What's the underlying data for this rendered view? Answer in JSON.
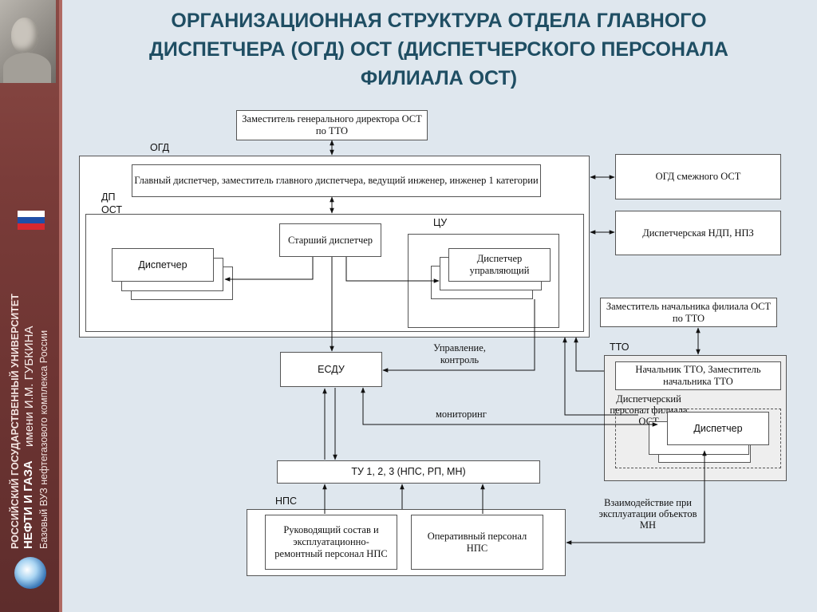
{
  "title": "ОРГАНИЗАЦИОННАЯ СТРУКТУРА ОТДЕЛА ГЛАВНОГО ДИСПЕТЧЕРА (ОГД) ОСТ (ДИСПЕТЧЕРСКОГО ПЕРСОНАЛА ФИЛИАЛА ОСТ)",
  "sidebar": {
    "university": "РОССИЙСКИЙ ГОСУДАРСТВЕННЫЙ УНИВЕРСИТЕТ",
    "oil_gas": "НЕФТИ И ГАЗА",
    "name": "имени И.М. ГУБКИНА",
    "base": "Базовый ВУЗ нефтегазового комплекса России",
    "colors": {
      "flag_white": "#ffffff",
      "flag_blue": "#1f4fa8",
      "flag_red": "#d8282f"
    }
  },
  "diagram": {
    "deputy_gd": "Заместитель генерального директора ОСТ по ТТО",
    "ogd_label": "ОГД",
    "chief": "Главный диспетчер, заместитель главного диспетчера, ведущий инженер, инженер 1 категории",
    "dp_label": "ДП ОСТ",
    "senior": "Старший диспетчер",
    "dispatcher": "Диспетчер",
    "cu_label": "ЦУ",
    "managing": "Диспетчер управляющий",
    "ogd_adjacent": "ОГД смежного ОСТ",
    "ndp_npz": "Диспетчерская НДП, НПЗ",
    "deputy_branch": "Заместитель начальника филиала ОСТ по ТТО",
    "tto_label": "ТТО",
    "head_tto": "Начальник ТТО, Заместитель начальника ТТО",
    "branch_staff": "Диспетчерский персонал филиала ОСТ",
    "branch_dispatcher": "Диспетчер",
    "esdu": "ЕСДУ",
    "control": "Управление, контроль",
    "monitoring": "мониторинг",
    "tu": "ТУ 1, 2, 3 (НПС, РП, МН)",
    "nps_label": "НПС",
    "nps_mgmt": "Руководящий состав и эксплуатационно-ремонтный персонал НПС",
    "nps_oper": "Оперативный персонал НПС",
    "interaction": "Взаимодействие при эксплуатации объектов МН"
  }
}
